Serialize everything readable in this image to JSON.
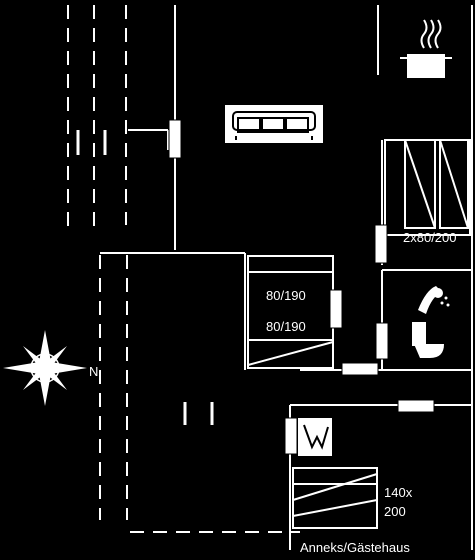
{
  "plan": {
    "beds": {
      "double_top": "2x80/200",
      "single_upper": "80/190",
      "single_lower": "80/190",
      "annex_bed_line1": "140x",
      "annex_bed_line2": "200"
    },
    "compass_north": "N",
    "annex_caption": "Anneks/Gästehaus",
    "colors": {
      "background": "#000000",
      "lines": "#ffffff"
    },
    "icons": [
      "stove-pot-icon",
      "sofa-icon",
      "shower-icon",
      "toilet-icon",
      "compass-rose-icon"
    ]
  }
}
